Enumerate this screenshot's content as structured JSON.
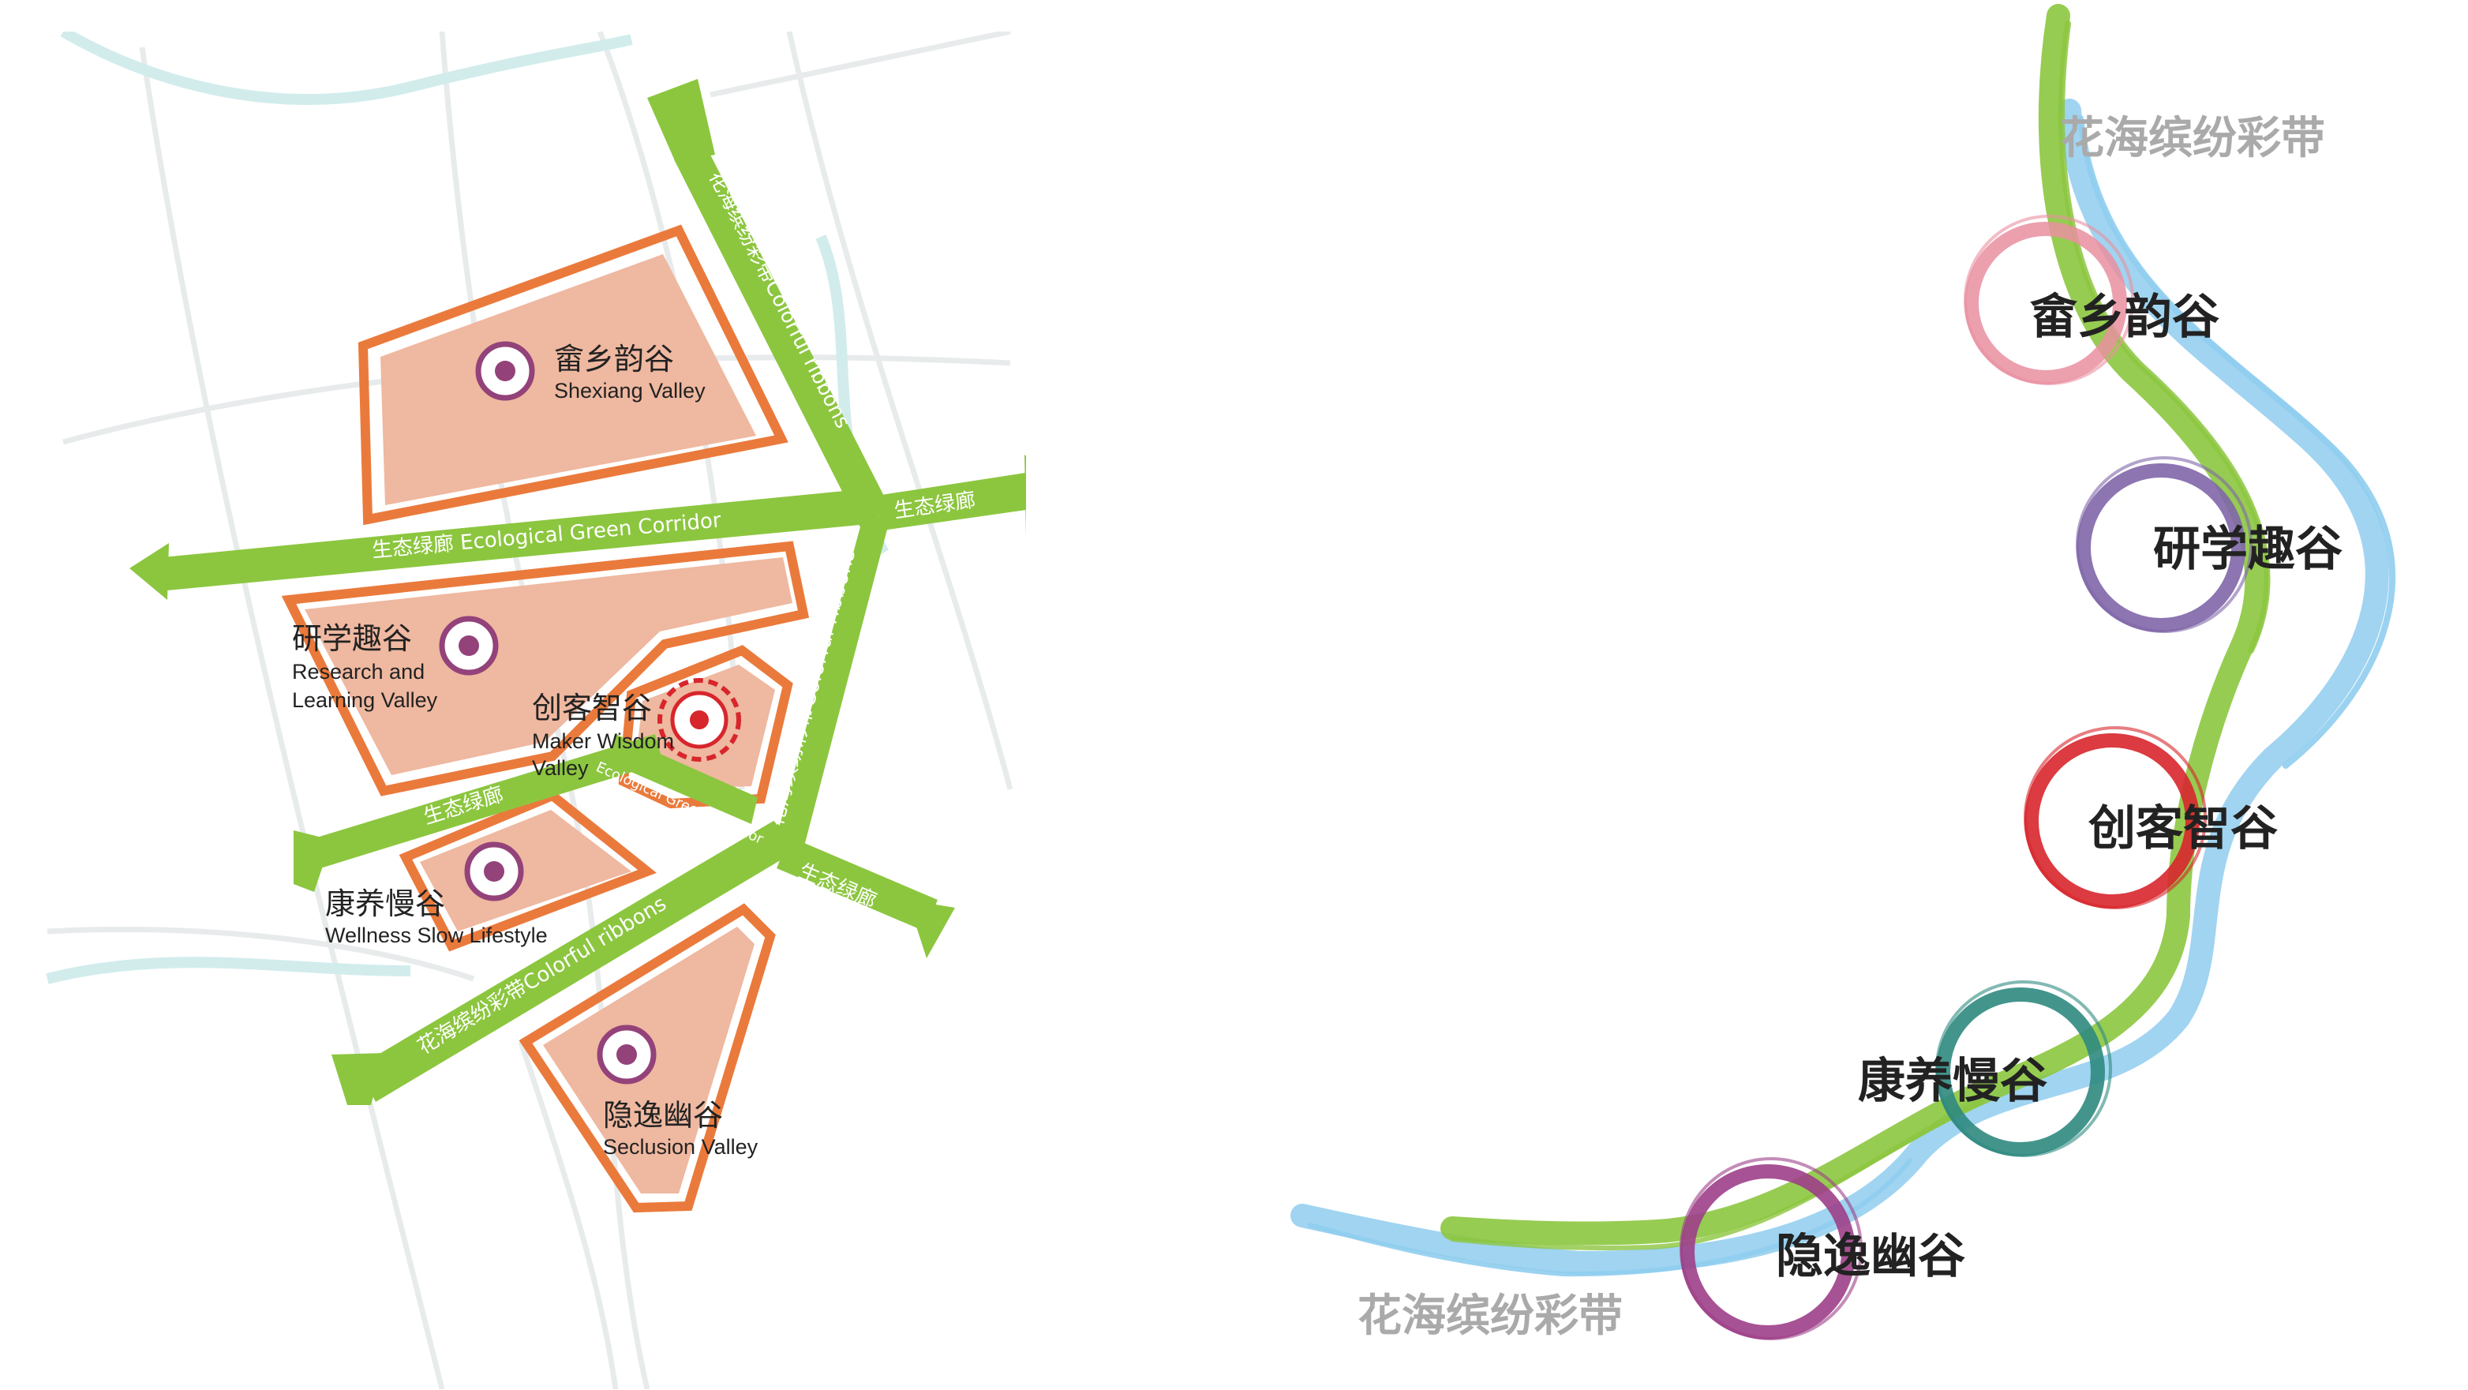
{
  "map": {
    "zones": [
      {
        "id": "shexiang",
        "zh": "畲乡韵谷",
        "en": "Shexiang Valley"
      },
      {
        "id": "research",
        "zh": "研学趣谷",
        "en_line1": "Research and",
        "en_line2": "Learning Valley"
      },
      {
        "id": "maker",
        "zh": "创客智谷",
        "en_line1": "Maker Wisdom",
        "en_line2": "Valley"
      },
      {
        "id": "wellness",
        "zh": "康养慢谷",
        "en": "Wellness Slow Lifestyle"
      },
      {
        "id": "seclusion",
        "zh": "隐逸幽谷",
        "en": "Seclusion Valley"
      }
    ],
    "corridors": {
      "ribbon_north": "花海缤纷彩带Colorful ribbons",
      "ribbon_mid": "花海缤纷彩带Colorful ribbons",
      "ribbon_south": "花海缤纷彩带Colorful ribbons",
      "eco_main": "生态绿廊 Ecological Green Corridor",
      "eco_east": "生态绿廊",
      "eco_inner": "生态绿廊",
      "eco_inner_en": "Ecological Green Corridor",
      "eco_southeast": "生态绿廊"
    }
  },
  "concept": {
    "ribbon_top": "花海缤纷彩带",
    "ribbon_bottom": "花海缤纷彩带",
    "valleys": [
      {
        "label": "畲乡韵谷",
        "color": "#e98fa0"
      },
      {
        "label": "研学趣谷",
        "color": "#7f66a8"
      },
      {
        "label": "创客智谷",
        "color": "#d7262c"
      },
      {
        "label": "康养慢谷",
        "color": "#2f8a80"
      },
      {
        "label": "隐逸幽谷",
        "color": "#9d3f88"
      }
    ]
  },
  "colors": {
    "green": "#8cc63f",
    "zone_fill": "#efb8a0",
    "zone_border": "#ea7a3c",
    "marker": "#93427a",
    "maker_marker": "#d7262c",
    "river_blue": "#8fcdee",
    "gray_label": "#aaaaaa"
  }
}
